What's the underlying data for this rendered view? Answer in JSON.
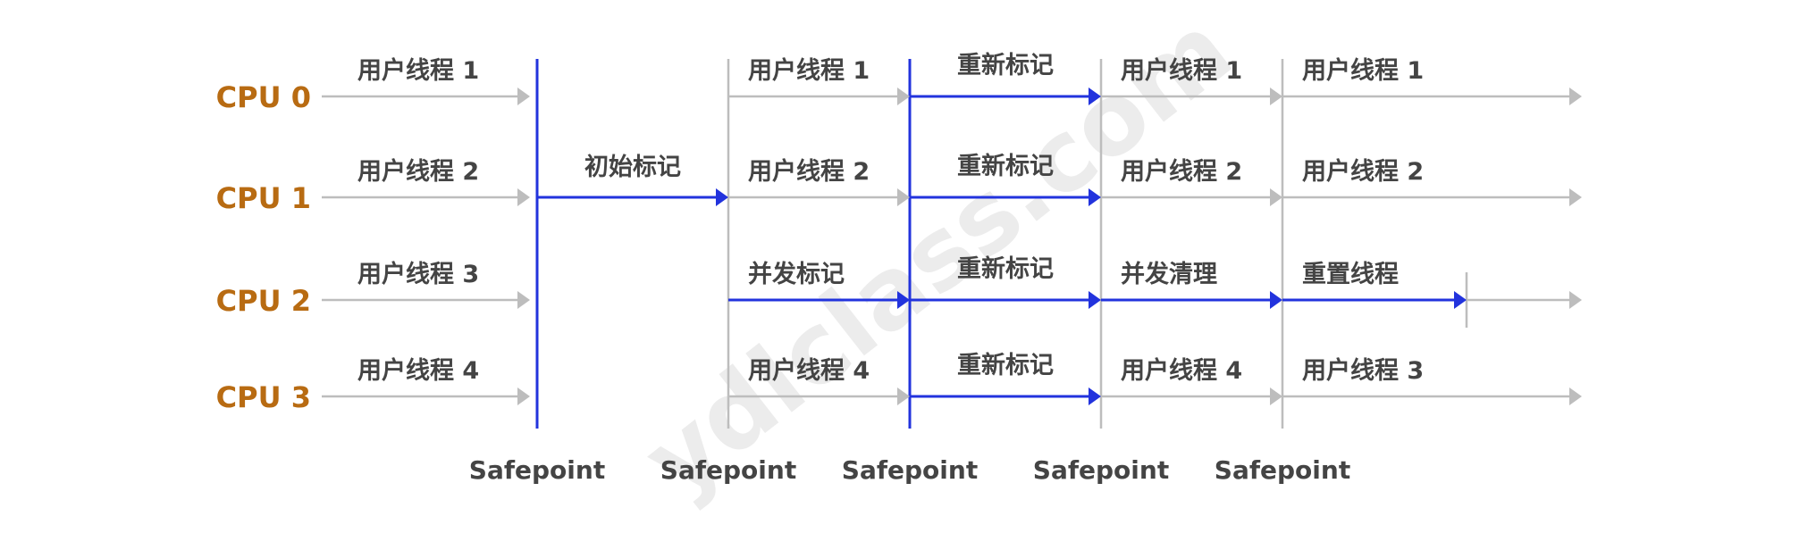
{
  "colors": {
    "cpu_label": "#b86b12",
    "blue": "#2233dd",
    "gray": "#bdbdbd",
    "text": "#444444",
    "watermark": "#ececec"
  },
  "watermark": "ydlclass.com",
  "cpus": [
    "CPU 0",
    "CPU 1",
    "CPU 2",
    "CPU 3"
  ],
  "safepoints": [
    "Safepoint",
    "Safepoint",
    "Safepoint",
    "Safepoint",
    "Safepoint"
  ],
  "phase1": {
    "labels": [
      "用户线程 1",
      "用户线程 2",
      "用户线程 3",
      "用户线程 4"
    ],
    "initial_mark": "初始标记"
  },
  "phase2": {
    "labels": [
      "用户线程 1",
      "用户线程 2",
      "并发标记",
      "用户线程 4"
    ],
    "blue_rows": [
      2
    ]
  },
  "phase3": {
    "labels": [
      "重新标记",
      "重新标记",
      "重新标记",
      "重新标记"
    ],
    "blue_rows": [
      0,
      1,
      2,
      3
    ]
  },
  "phase4": {
    "labels": [
      "用户线程 1",
      "用户线程 2",
      "并发清理",
      "用户线程 4"
    ],
    "blue_rows": [
      2
    ]
  },
  "phase5": {
    "labels": [
      "用户线程 1",
      "用户线程 2",
      "重置线程",
      "用户线程 3"
    ],
    "blue_rows": [
      2
    ]
  }
}
